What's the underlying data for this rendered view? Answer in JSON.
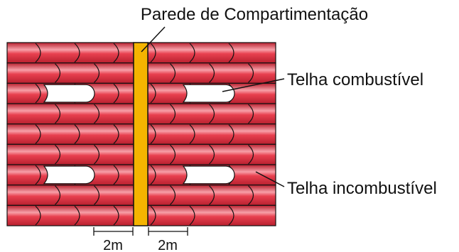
{
  "diagram": {
    "title": "Parede de Compartimentação",
    "label_combustivel": "Telha combustível",
    "label_incombustivel": "Telha incombustível",
    "dim_left": "2m",
    "dim_right": "2m"
  },
  "colors": {
    "tile_fill": "#e8404f",
    "tile_highlight": "#f7a0a8",
    "tile_shadow": "#b8202f",
    "outline": "#111111",
    "wall_fill": "#f5b400",
    "background": "#ffffff"
  }
}
